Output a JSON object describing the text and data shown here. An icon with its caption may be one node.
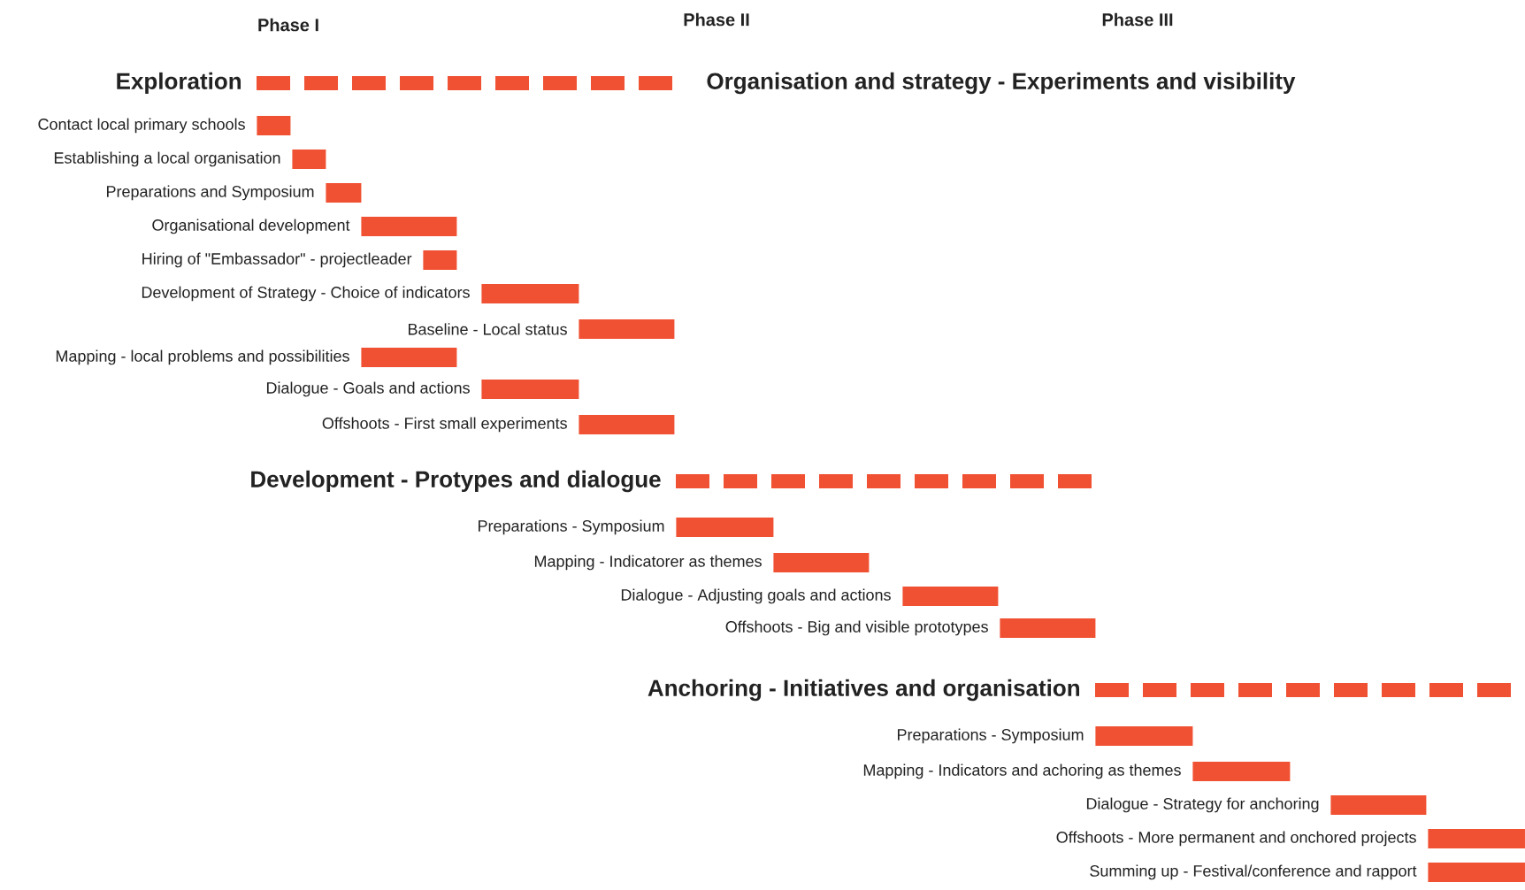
{
  "diagram": {
    "nodes": [
      {
        "text": [],
        "shape": "bar",
        "beside": [
          "Exploration",
          "Organisation and strategy - Experiments and visibility"
        ]
      },
      {
        "text": [],
        "shape": "bar",
        "beside": [
          "Contact local primary schools"
        ]
      },
      {
        "text": [],
        "shape": "bar",
        "beside": [
          "Establishing a local organisation"
        ]
      },
      {
        "text": [],
        "shape": "bar",
        "beside": [
          "Preparations and Symposium"
        ]
      },
      {
        "text": [],
        "shape": "bar",
        "beside": [
          "Organisational development"
        ]
      },
      {
        "text": [],
        "shape": "bar",
        "beside": [
          "Hiring of \"Embassador\" - projectleader"
        ]
      },
      {
        "text": [],
        "shape": "bar",
        "beside": [
          "Development of Strategy - Choice of indicators"
        ]
      },
      {
        "text": [],
        "shape": "bar",
        "beside": [
          "Baseline - Local status"
        ]
      },
      {
        "text": [],
        "shape": "bar",
        "beside": [
          "Mapping - local problems and possibilities"
        ]
      },
      {
        "text": [],
        "shape": "bar",
        "beside": [
          "Dialogue - Goals and actions"
        ]
      },
      {
        "text": [],
        "shape": "bar",
        "beside": [
          "Offshoots - First small experiments"
        ]
      },
      {
        "text": [],
        "shape": "bar",
        "beside": [
          "Development - Protypes and dialogue"
        ]
      },
      {
        "text": [],
        "shape": "bar",
        "beside": [
          "Preparations - Symposium"
        ]
      },
      {
        "text": [],
        "shape": "bar",
        "beside": [
          "Mapping - Indicatorer as themes"
        ]
      },
      {
        "text": [],
        "shape": "bar",
        "beside": [
          "Dialogue - Adjusting goals and actions"
        ]
      },
      {
        "text": [],
        "shape": "bar",
        "beside": [
          "Offshoots - Big and visible prototypes"
        ]
      },
      {
        "text": [],
        "shape": "bar",
        "beside": [
          "Anchoring - Initiatives and organisation"
        ]
      },
      {
        "text": [],
        "shape": "bar",
        "beside": [
          "Preparations - Symposium"
        ]
      },
      {
        "text": [],
        "shape": "bar",
        "beside": [
          "Mapping - Indicators and achoring as themes"
        ]
      },
      {
        "text": [],
        "shape": "bar",
        "beside": [
          "Dialogue - Strategy for anchoring"
        ]
      },
      {
        "text": [],
        "shape": "bar",
        "beside": [
          "Offshoots - More permanent and onchored projects"
        ]
      },
      {
        "text": [],
        "shape": "bar",
        "beside": [
          "Summing up - Festival/conference and rapport"
        ]
      }
    ],
    "labels": [
      "Phase I",
      "Phase II",
      "Phase III"
    ]
  }
}
